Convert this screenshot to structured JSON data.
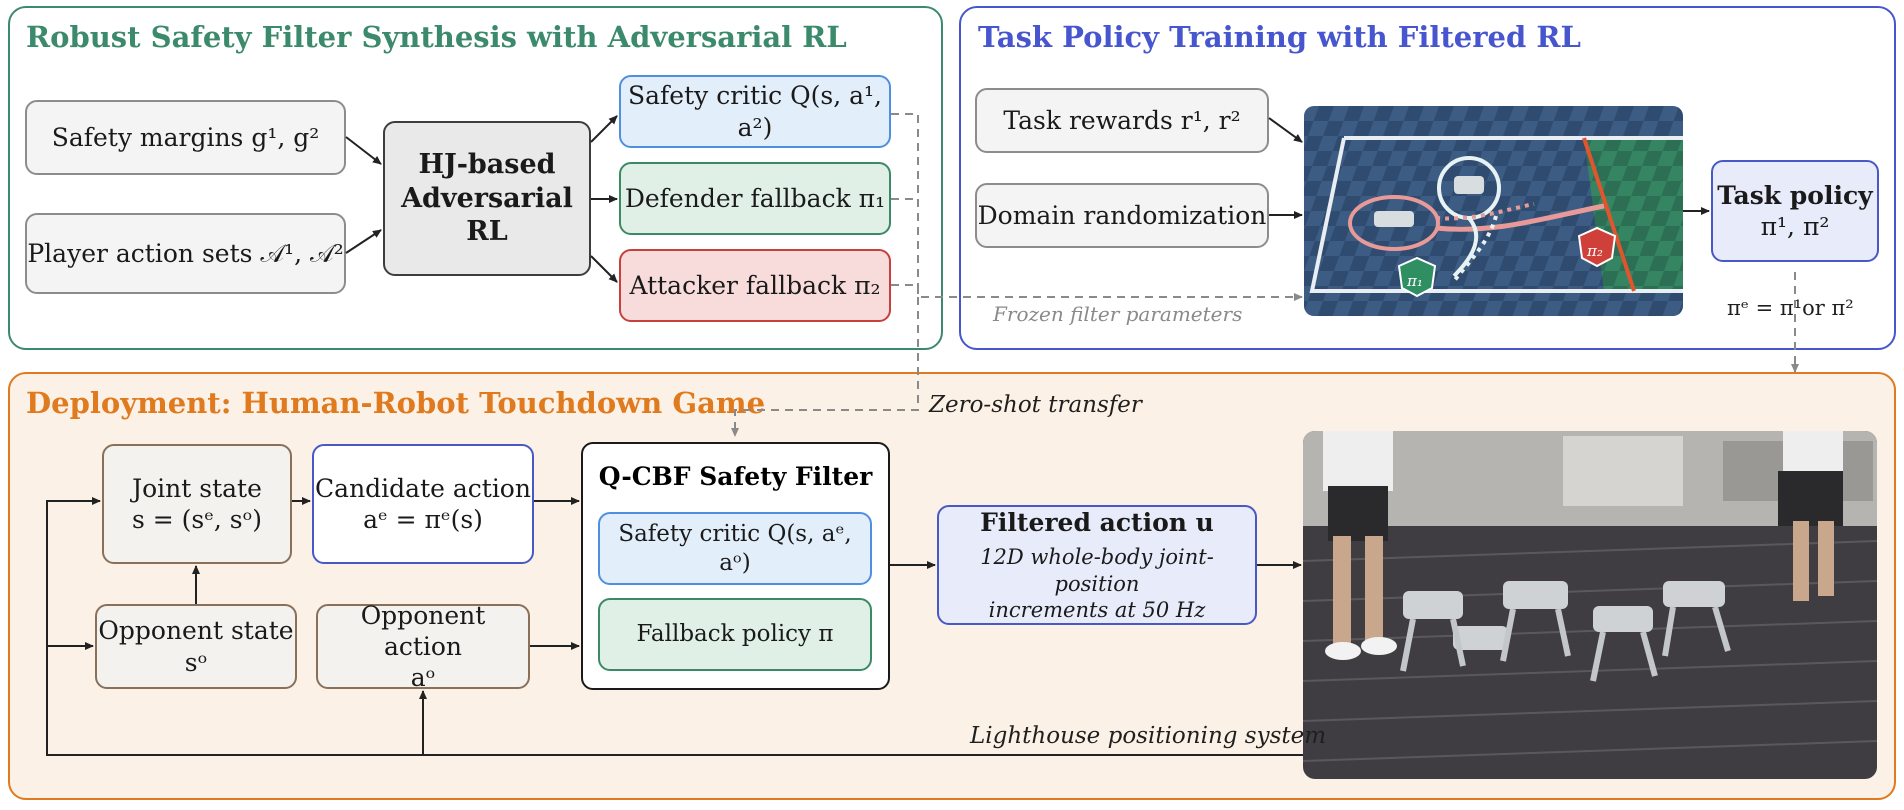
{
  "colors": {
    "synthesis": "#3c8a6c",
    "training": "#4756cf",
    "deployment": "#e07a1f",
    "arrow": "#222222",
    "dashed": "#8a8a8a"
  },
  "synthesis": {
    "title": "Robust Safety Filter Synthesis with Adversarial RL",
    "safety_margins": "Safety margins g¹,  g²",
    "action_sets": "Player action sets 𝒜¹,  𝒜²",
    "hj_line1": "HJ-based",
    "hj_line2": "Adversarial RL",
    "safety_critic": "Safety critic Q(s, a¹, a²)",
    "defender": "Defender fallback π₁",
    "attacker": "Attacker fallback π₂"
  },
  "training": {
    "title": "Task Policy Training with Filtered RL",
    "task_rewards": "Task rewards r¹,  r²",
    "domain_rand": "Domain randomization",
    "task_policy_title": "Task policy",
    "task_policy_sub": "π¹,  π²",
    "frozen": "Frozen filter parameters",
    "pi_e": "πᵉ = π¹or π²",
    "badge_1": "π₁",
    "badge_2": "π₂",
    "scene_icon": "simulated-robot-arena-image"
  },
  "deployment": {
    "title": "Deployment: Human-Robot Touchdown Game",
    "zero_shot": "Zero-shot transfer",
    "joint_state_line1": "Joint state",
    "joint_state_line2": "s = (sᵉ, sᵒ)",
    "candidate_line1": "Candidate action",
    "candidate_line2": "aᵉ = πᵉ(s)",
    "opp_state_line1": "Opponent state",
    "opp_state_line2": "sᵒ",
    "opp_action_line1": "Opponent action",
    "opp_action_line2": "aᵒ",
    "qcbf_title": "Q-CBF Safety Filter",
    "qcbf_critic": "Safety critic Q(s, aᵉ, aᵒ)",
    "qcbf_fallback": "Fallback policy π",
    "filtered_title": "Filtered action u",
    "filtered_line1": "12D whole-body joint-position",
    "filtered_line2": "increments at 50 Hz",
    "lighthouse": "Lighthouse positioning system",
    "photo_icon": "real-robot-photo-image"
  }
}
